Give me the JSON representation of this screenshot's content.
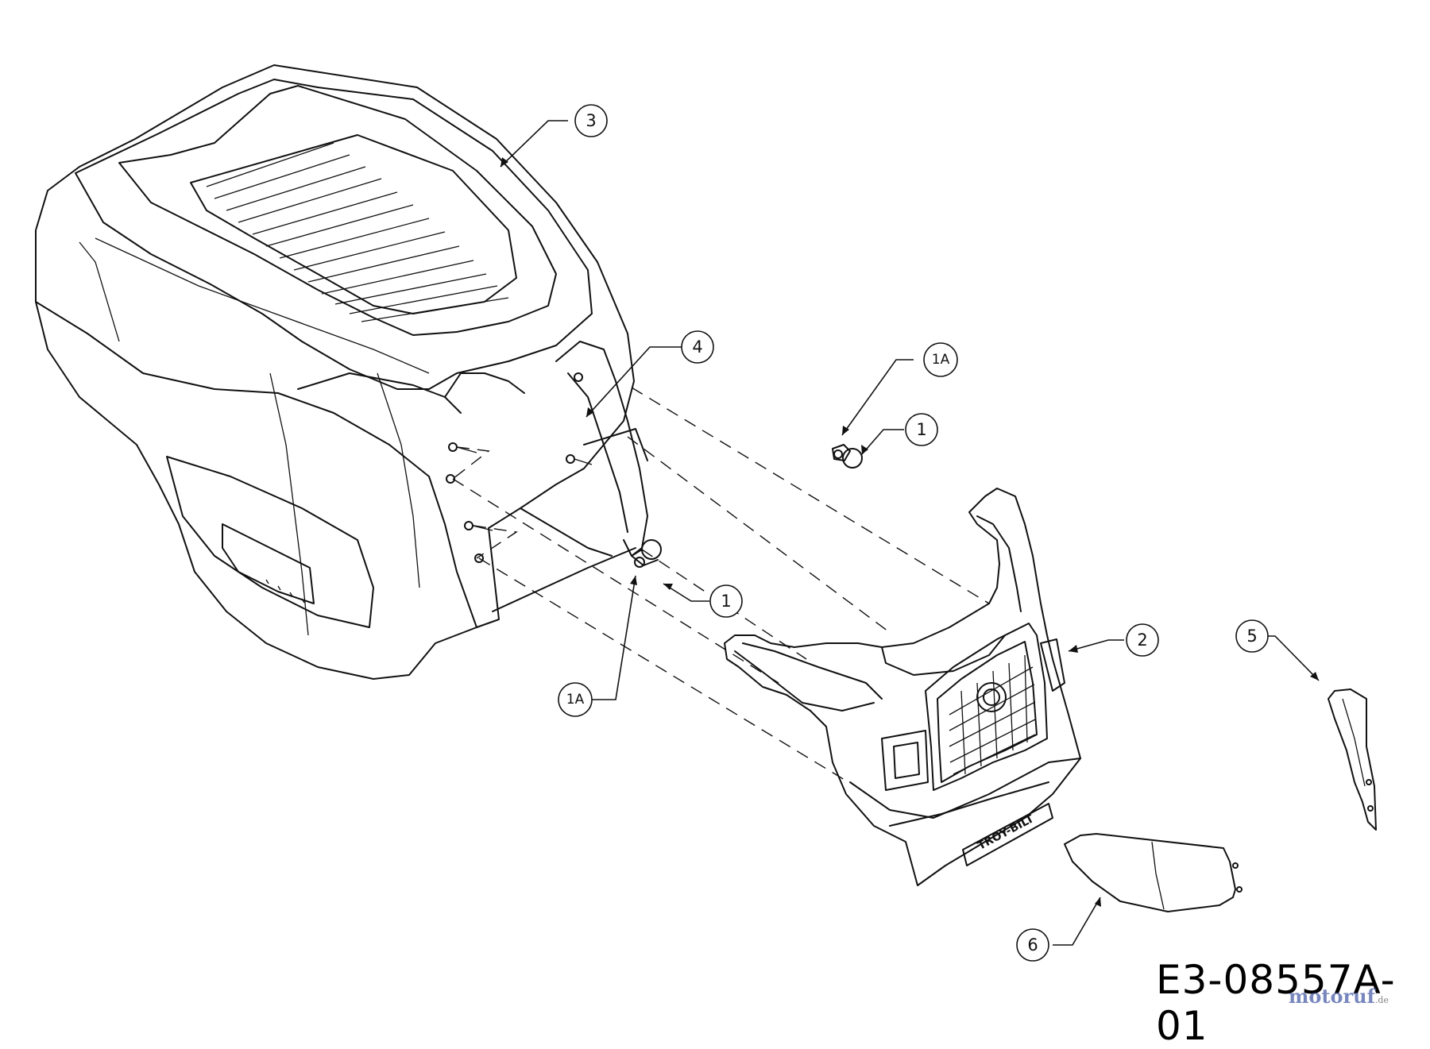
{
  "callouts": {
    "c3": "3",
    "c4": "4",
    "c1a_top": "1A",
    "c1_top": "1",
    "c1_mid": "1",
    "c2": "2",
    "c5": "5",
    "c1a_bottom": "1A",
    "c6": "6"
  },
  "grille_badge": "TROY-BILT",
  "drawing_number": "E3-08557A-01",
  "watermark": {
    "text": "motoruf",
    "suffix": ".de"
  }
}
